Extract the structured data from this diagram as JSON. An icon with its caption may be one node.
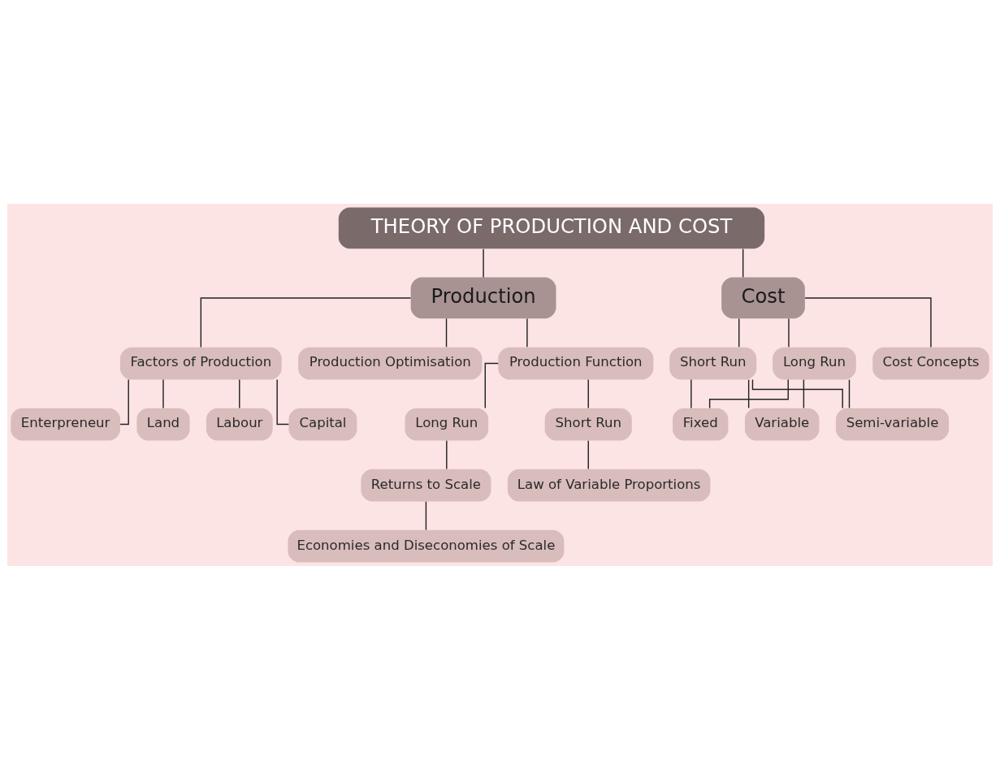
{
  "diagram": {
    "nodes": [
      {
        "text": [
          "THEORY OF PRODUCTION AND COST"
        ]
      },
      {
        "text": [
          "Production"
        ]
      },
      {
        "text": [
          "Cost"
        ]
      },
      {
        "text": [
          "Factors of Production"
        ]
      },
      {
        "text": [
          "Land"
        ]
      },
      {
        "text": [
          "Labour"
        ]
      },
      {
        "text": [
          "Capital"
        ]
      },
      {
        "text": [
          "Enterpreneur"
        ]
      },
      {
        "text": [
          "Production Optimisation"
        ]
      },
      {
        "text": [
          "Production Function"
        ]
      },
      {
        "text": [
          "Short Run"
        ]
      },
      {
        "text": [
          "Long Run"
        ]
      },
      {
        "text": [
          "Law of Variable Proportions"
        ]
      },
      {
        "text": [
          "Returns to Scale"
        ]
      },
      {
        "text": [
          "Economies and Diseconomies of Scale"
        ]
      },
      {
        "text": [
          "Short Run"
        ]
      },
      {
        "text": [
          "Long Run"
        ]
      },
      {
        "text": [
          "Fixed"
        ]
      },
      {
        "text": [
          "Variable"
        ]
      },
      {
        "text": [
          "Cost Concepts"
        ]
      },
      {
        "text": [
          "Semi-variable"
        ]
      }
    ],
    "edges": [
      {
        "from": 0,
        "to": 1,
        "arrow": "none"
      },
      {
        "from": 0,
        "to": 2,
        "arrow": "none"
      },
      {
        "from": 1,
        "to": 3,
        "arrow": "none"
      },
      {
        "from": 1,
        "to": 8,
        "arrow": "none"
      },
      {
        "from": 1,
        "to": 9,
        "arrow": "none"
      },
      {
        "from": 3,
        "to": 4,
        "arrow": "none"
      },
      {
        "from": 3,
        "to": 5,
        "arrow": "none"
      },
      {
        "from": 3,
        "to": 6,
        "arrow": "none"
      },
      {
        "from": 3,
        "to": 7,
        "arrow": "none"
      },
      {
        "from": 9,
        "to": 10,
        "arrow": "none"
      },
      {
        "from": 9,
        "to": 11,
        "arrow": "none"
      },
      {
        "from": 10,
        "to": 12,
        "arrow": "none"
      },
      {
        "from": 11,
        "to": 13,
        "arrow": "none"
      },
      {
        "from": 13,
        "to": 14,
        "arrow": "none"
      },
      {
        "from": 2,
        "to": 19,
        "arrow": "none"
      },
      {
        "from": 2,
        "to": 15,
        "arrow": "none"
      },
      {
        "from": 2,
        "to": 16,
        "arrow": "none"
      },
      {
        "from": 15,
        "to": 17,
        "arrow": "none"
      },
      {
        "from": 15,
        "to": 20,
        "arrow": "none"
      },
      {
        "from": 15,
        "to": 18,
        "arrow": "none"
      },
      {
        "from": 16,
        "to": 17,
        "arrow": "none"
      },
      {
        "from": 16,
        "to": 20,
        "arrow": "none"
      },
      {
        "from": 16,
        "to": 18,
        "arrow": "none"
      }
    ]
  }
}
